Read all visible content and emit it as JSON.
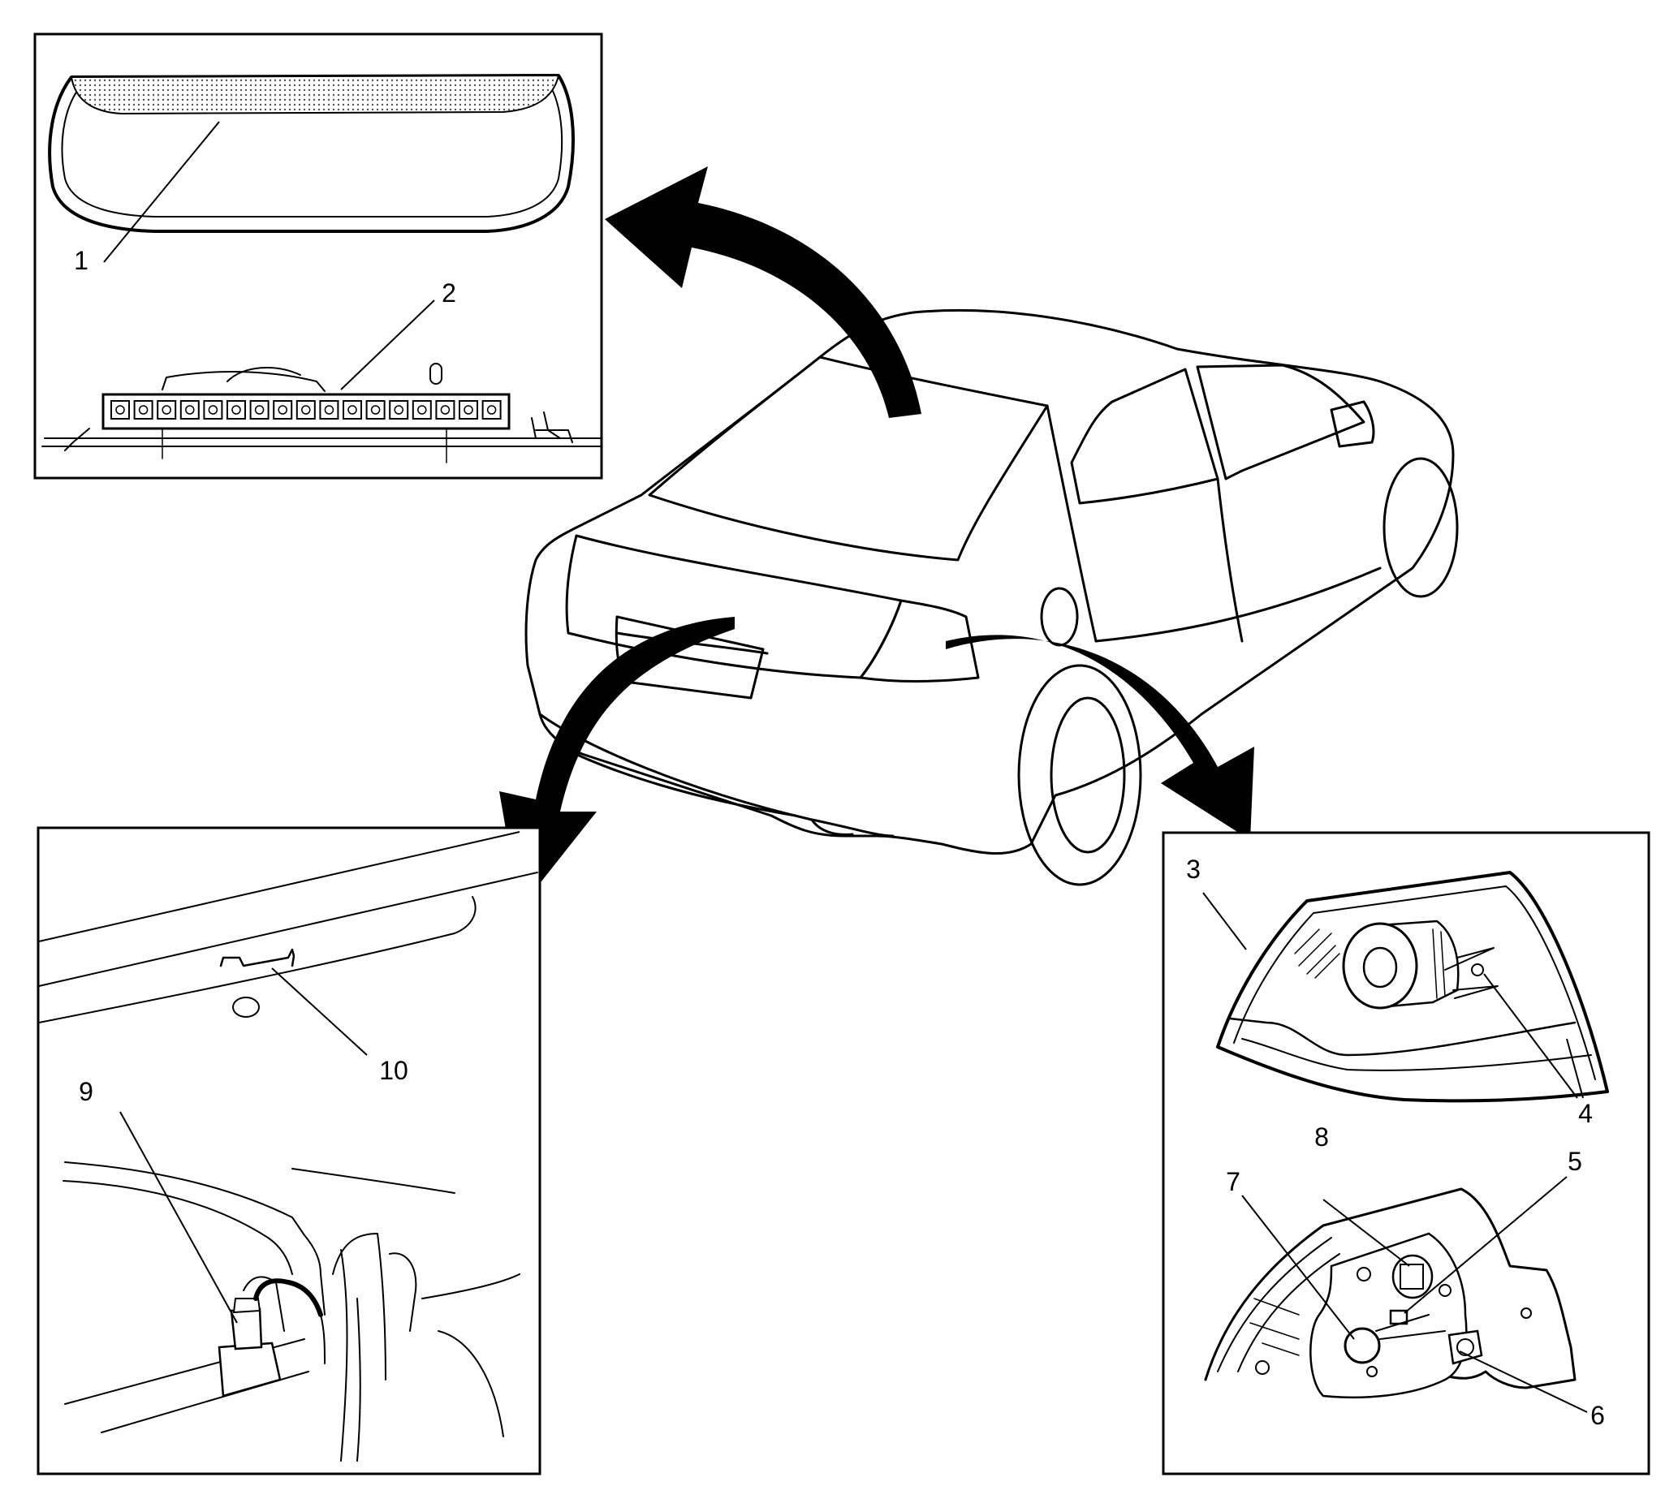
{
  "callouts": {
    "c1": "1",
    "c2": "2",
    "c3": "3",
    "c4": "4",
    "c5": "5",
    "c6": "6",
    "c7": "7",
    "c8": "8",
    "c9": "9",
    "c10": "10"
  },
  "colors": {
    "line": "#000000",
    "background": "#ffffff"
  }
}
